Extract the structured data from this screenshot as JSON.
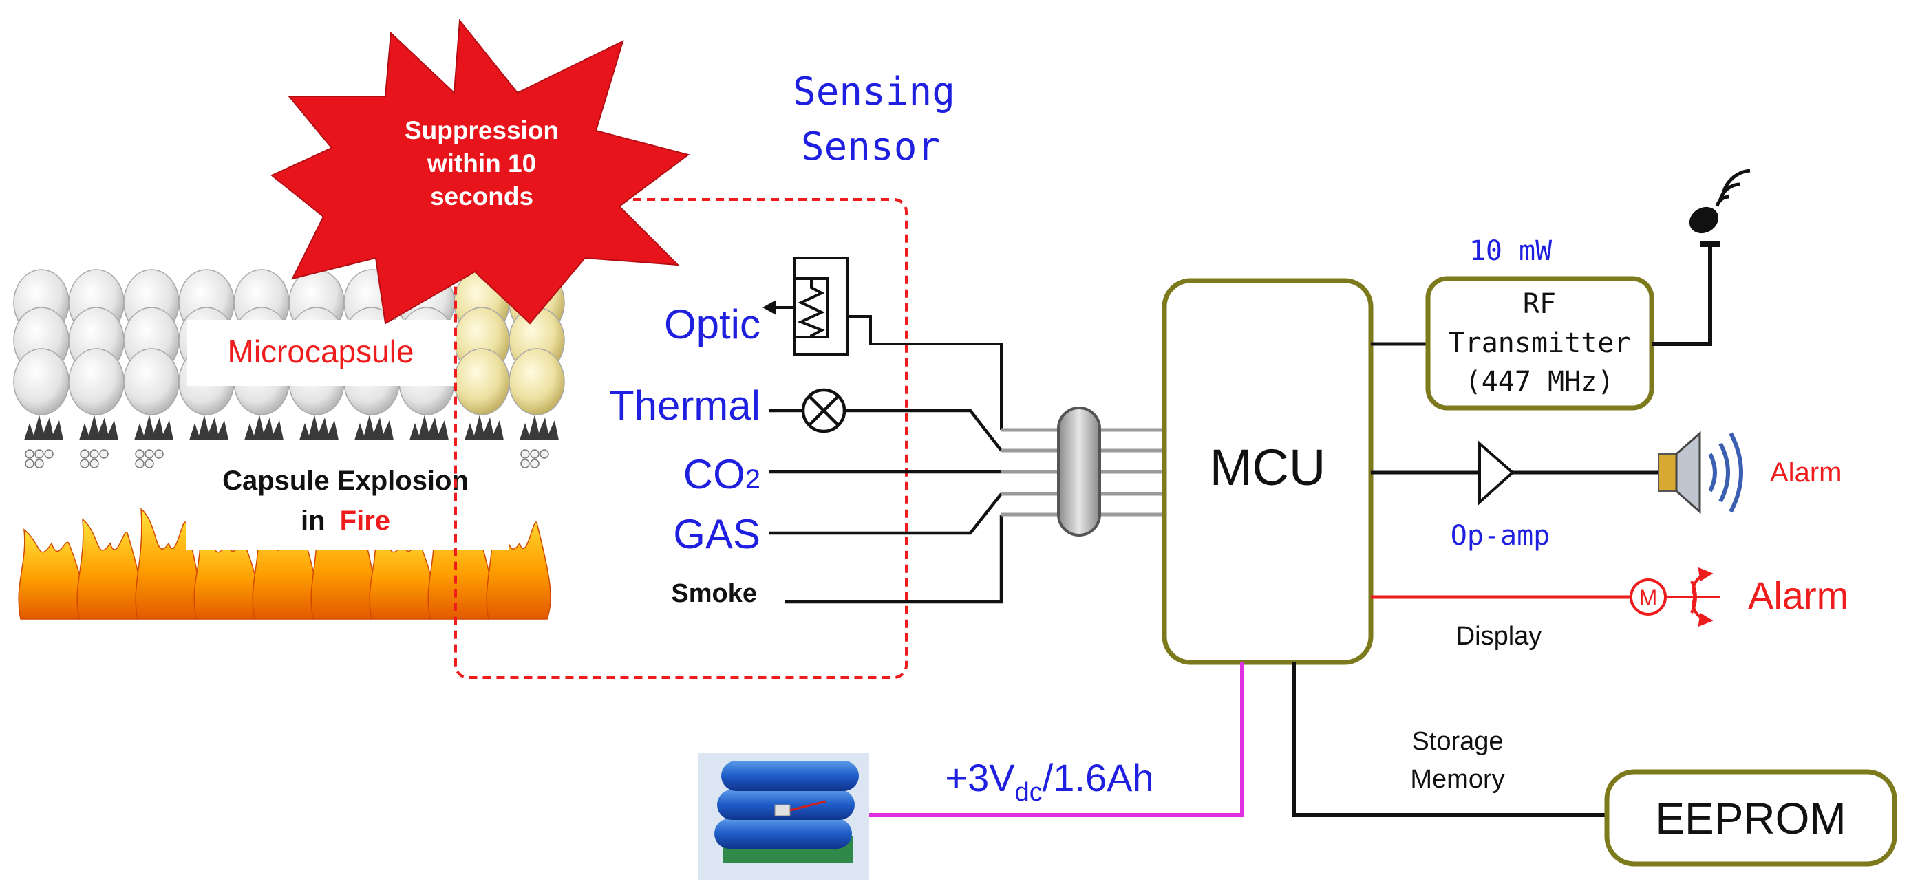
{
  "burst": {
    "line1": "Suppression",
    "line2": "within 10",
    "line3": "seconds"
  },
  "sensing": {
    "line1": "Sensing",
    "line2": "Sensor"
  },
  "capsule": {
    "microcapsule": "Microcapsule",
    "explosion_line1": "Capsule Explosion",
    "explosion_line2_prefix": "in",
    "explosion_line2_fire": "Fire"
  },
  "sensors": {
    "optic": "Optic",
    "thermal": "Thermal",
    "co2_main": "CO",
    "co2_sub": "2",
    "gas": "GAS",
    "smoke": "Smoke"
  },
  "mcu": {
    "label": "MCU"
  },
  "rf": {
    "power": "10 mW",
    "line1": "RF",
    "line2": "Transmitter",
    "line3": "(447 MHz)"
  },
  "opamp": {
    "label": "Op-amp"
  },
  "alarm_speaker": {
    "label": "Alarm"
  },
  "alarm_motor": {
    "label": "Alarm",
    "motor_letter": "M"
  },
  "display": {
    "label": "Display"
  },
  "storage": {
    "line1": "Storage",
    "line2": "Memory"
  },
  "eeprom": {
    "label": "EEPROM"
  },
  "power": {
    "prefix": "+3V",
    "subscript": "dc",
    "suffix": "/1.6Ah"
  },
  "colors": {
    "accent_blue": "#1f1fe0",
    "alert_red": "#ee1c1c",
    "olive_border": "#7d7a1e",
    "magenta": "#e030e0",
    "burst_red": "#e8141c"
  }
}
